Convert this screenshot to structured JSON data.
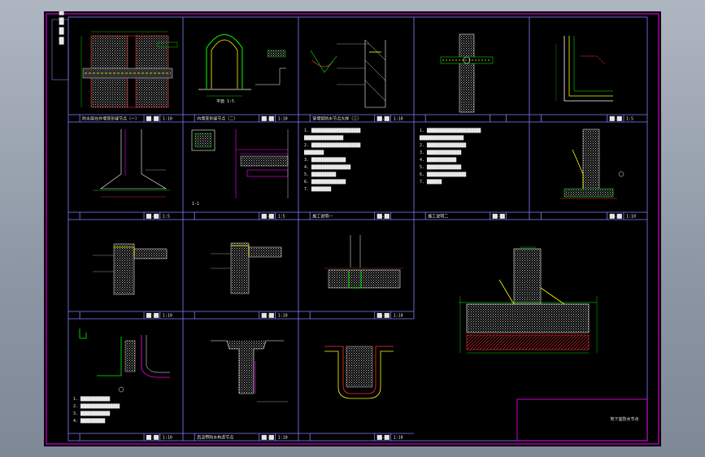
{
  "colors": {
    "background": "#000000",
    "frame": "#ff00ff",
    "grid": "#8080ff",
    "text": "#e8e8e8",
    "dimension": "#00ff00",
    "hatch": "#c0c0c0",
    "highlight": "#ffff00",
    "annotation_red": "#ff3030"
  },
  "frame_notes": {
    "left_strip": "███ ███ ███ ███"
  },
  "panels": [
    {
      "id": "p11",
      "title": "防水层在外墙变形缝节点（一）",
      "code": "██-██",
      "scale": "1:10"
    },
    {
      "id": "p12",
      "title": "内墙变形缝节点（二）",
      "code": "██-██",
      "scale": "1:10"
    },
    {
      "id": "p13",
      "title": "穿墙管防水节点大样（三）",
      "code": "██-██",
      "scale": "1:10"
    },
    {
      "id": "p14",
      "title": "",
      "code": "",
      "scale": ""
    },
    {
      "id": "p15",
      "title": "",
      "code": "██-██",
      "scale": "1:5"
    },
    {
      "id": "p21",
      "title": "",
      "code": "██-██",
      "scale": "1:5"
    },
    {
      "id": "p22",
      "title": "",
      "code": "██-██",
      "scale": "1:5"
    },
    {
      "id": "p23",
      "title": "施工说明一",
      "code": "██-██",
      "scale": ""
    },
    {
      "id": "p24",
      "title": "施工说明二",
      "code": "██-██",
      "scale": ""
    },
    {
      "id": "p25",
      "title": "",
      "code": "██-██",
      "scale": "1:10"
    },
    {
      "id": "p31",
      "title": "",
      "code": "██-██",
      "scale": "1:10"
    },
    {
      "id": "p32",
      "title": "",
      "code": "██-██",
      "scale": "1:10"
    },
    {
      "id": "p33",
      "title": "",
      "code": "██-██",
      "scale": "1:10"
    },
    {
      "id": "p41",
      "title": "",
      "code": "██-██",
      "scale": "1:10"
    },
    {
      "id": "p42",
      "title": "后浇带防水构造节点",
      "code": "██-██",
      "scale": "1:10"
    },
    {
      "id": "p43",
      "title": "",
      "code": "██-██",
      "scale": "1:10"
    }
  ],
  "labels": {
    "p12_sub": "平面 1:5",
    "p22_sub": "1-1",
    "title_block_text": "地下室防水节点"
  },
  "notes": {
    "p23_items": [
      "1. ████████████████████",
      "   ████████████████",
      "2. ████████████████████",
      "   ████████",
      "3. ██████████████",
      "4. ████████████████",
      "5. ██████████",
      "6. ██████████████",
      "7. ████████"
    ],
    "p24_items": [
      "1. ██████████████████████",
      "   ██████████████████",
      "2. ████████████████",
      "3. ██████████████",
      "4. ████████████",
      "5. ██████████████",
      "6. ████████████████",
      "7. ██████"
    ],
    "p41_items": [
      "1. ████████████",
      "2. ████████████████",
      "3. ████████████",
      "4. ██████████"
    ]
  }
}
